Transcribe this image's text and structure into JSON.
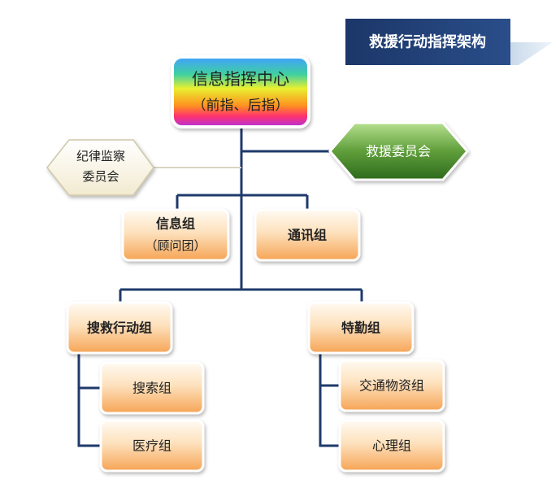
{
  "title": "救援行动指挥架构",
  "colors": {
    "title_bg": "#1f3a6b",
    "connector": "#1f3a6b",
    "orange_fill_light": "#fff3e0",
    "orange_fill_dark": "#f7a85a",
    "green_fill": "#4e8a2f",
    "beige_fill": "#fbf6e6"
  },
  "nodes": {
    "center": {
      "line1": "信息指挥中心",
      "line2": "（前指、后指）"
    },
    "rescue_committee": {
      "label": "救援委员会"
    },
    "discipline": {
      "line1": "纪律监察",
      "line2": "委员会"
    },
    "info_group": {
      "line1": "信息组",
      "line2": "（顾问团）"
    },
    "comm_group": {
      "label": "通讯组"
    },
    "search_action": {
      "label": "搜救行动组"
    },
    "special_duty": {
      "label": "特勤组"
    },
    "search_group": {
      "label": "搜索组"
    },
    "medical_group": {
      "label": "医疗组"
    },
    "traffic_group": {
      "label": "交通物资组"
    },
    "psych_group": {
      "label": "心理组"
    }
  }
}
